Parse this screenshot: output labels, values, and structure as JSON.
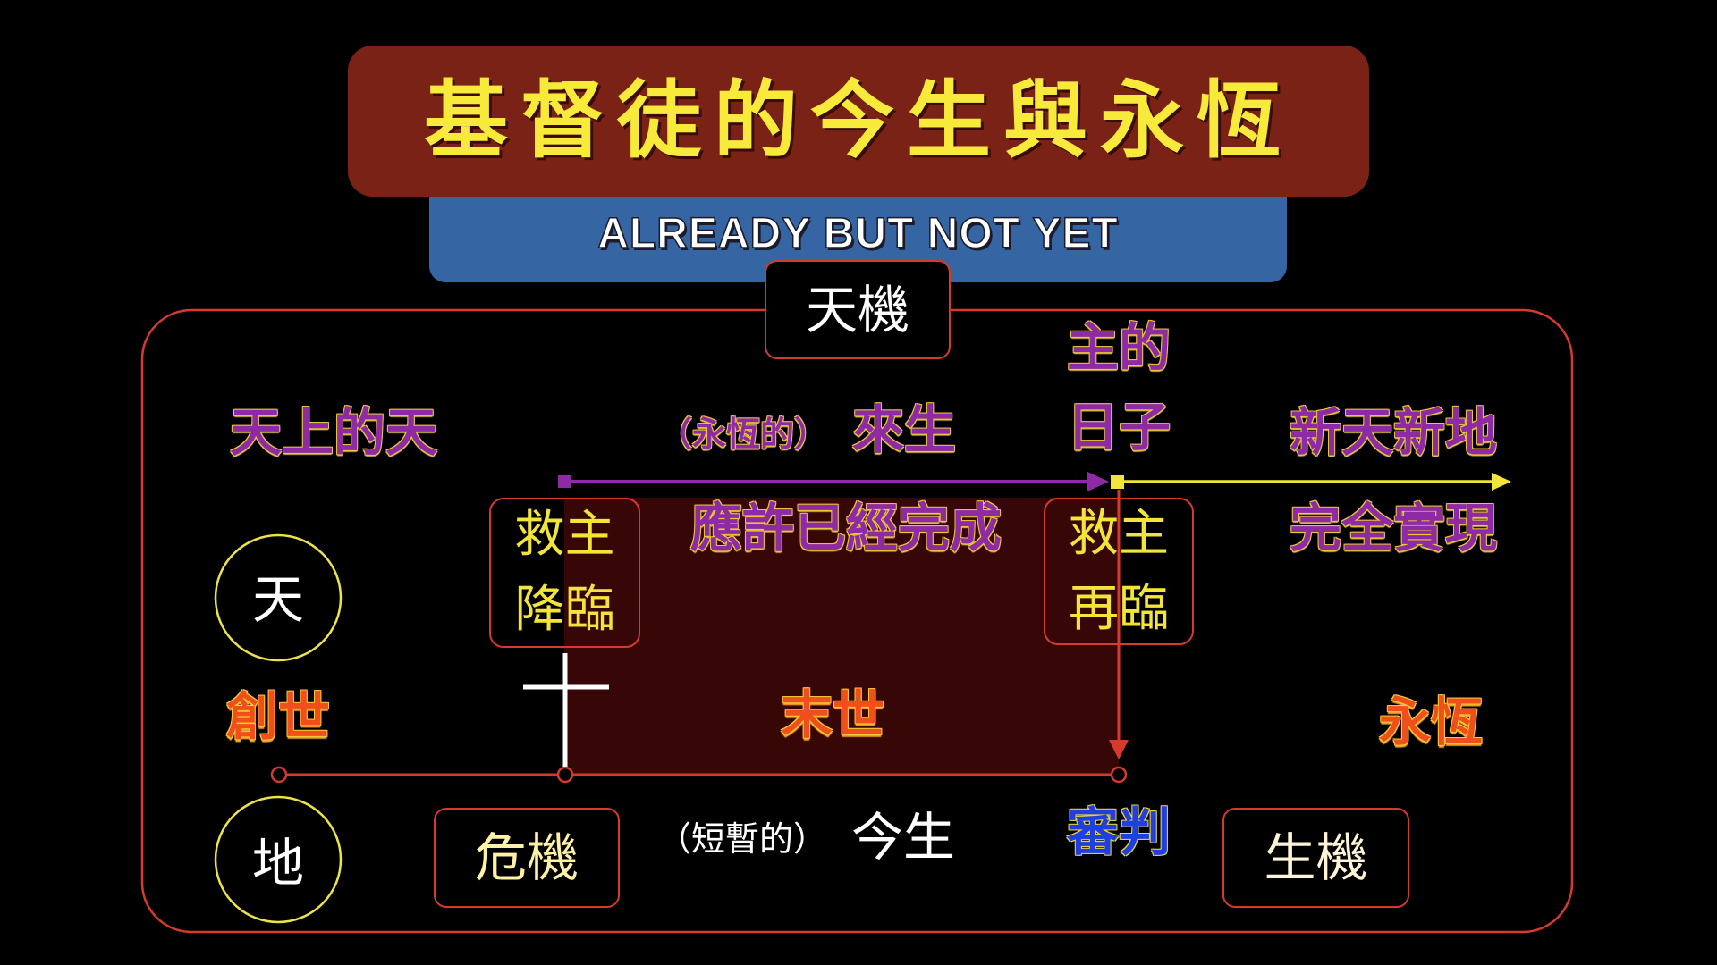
{
  "title": {
    "text": "基督徒的今生與永恆"
  },
  "subtitle": {
    "text": "ALREADY BUT NOT YET"
  },
  "diagram": {
    "top_label": "天機",
    "day_of_lord": {
      "line1": "主的",
      "line2": "日子"
    },
    "heaven_of_heavens": "天上的天",
    "next_life": {
      "qualifier": "（永恆的）",
      "label": "來生"
    },
    "new_heaven_new_earth": "新天新地",
    "promise_fulfilled": "應許已經完成",
    "fully_realized": "完全實現",
    "first_coming": {
      "line1": "救主",
      "line2": "降臨"
    },
    "second_coming": {
      "line1": "救主",
      "line2": "再臨"
    },
    "heaven": "天",
    "earth": "地",
    "creation": "創世",
    "last_days": "末世",
    "eternity": "永恆",
    "crisis": "危機",
    "this_life": {
      "qualifier": "（短暫的）",
      "label": "今生"
    },
    "judgment": "審判",
    "new_life": "生機"
  },
  "colors": {
    "title_bg": "#7b2217",
    "banner_bg": "#3665a3",
    "title_text": "#f7ea3b",
    "frame": "#d63a2c",
    "purple": "#8e2aa3",
    "orange": "#ef4f1a",
    "blue": "#1f3fe0",
    "yellow": "#f2e43a",
    "circle": "#ece34c",
    "cream": "#fff1a6",
    "shade": "#370707"
  }
}
